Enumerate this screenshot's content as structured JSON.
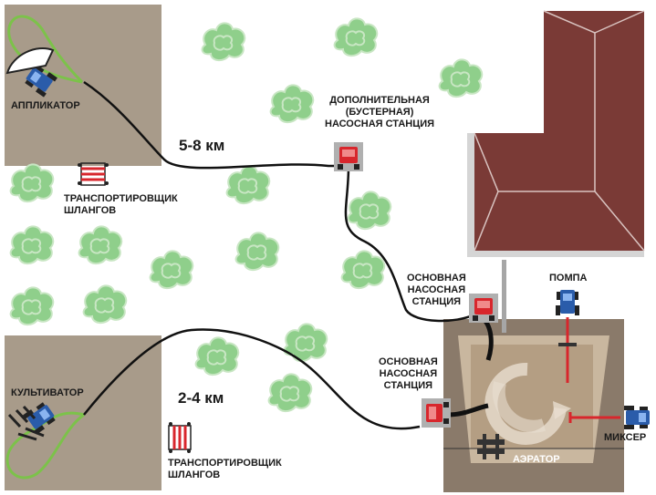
{
  "labels": {
    "applicator": "АППЛИКАТОР",
    "distance_top": "5-8 км",
    "booster_station": [
      "ДОПОЛНИТЕЛЬНАЯ",
      "(БУСТЕРНАЯ)",
      "НАСОСНАЯ СТАНЦИЯ"
    ],
    "hose_transporter_top": [
      "ТРАНСПОРТИРОВЩИК",
      "ШЛАНГОВ"
    ],
    "main_station_top": [
      "ОСНОВНАЯ",
      "НАСОСНАЯ",
      "СТАНЦИЯ"
    ],
    "pump": "ПОМПА",
    "cultivator": "КУЛЬТИВАТОР",
    "distance_bottom": "2-4 км",
    "main_station_bottom": [
      "ОСНОВНАЯ",
      "НАСОСНАЯ",
      "СТАНЦИЯ"
    ],
    "mixer": "МИКСЕР",
    "aerator": "АЭРАТОР",
    "hose_transporter_bottom": [
      "ТРАНСПОРТИРОВЩИК",
      "ШЛАНГОВ"
    ]
  },
  "colors": {
    "field": "#a89b8a",
    "pond_rim": "#8a7a6a",
    "slurry": "#b49e83",
    "roof": "#7a3a36",
    "tree": "#8fcf8b",
    "tractor_blue": "#2a5caa",
    "pump_red": "#d8262c",
    "hose": "#111111",
    "track": "#7cc24a"
  }
}
